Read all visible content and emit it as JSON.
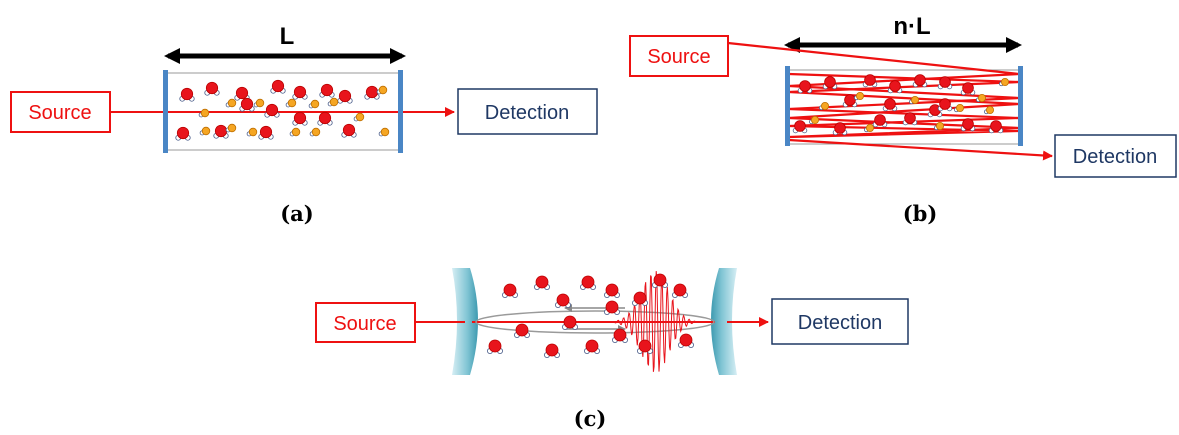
{
  "colors": {
    "beam": "#ee1111",
    "source_border": "#ee1111",
    "source_text": "#ee1111",
    "detect_border": "#1f3864",
    "detect_text": "#1f3864",
    "mirror": "#4a86c5",
    "molecule_red": "#e8141c",
    "molecule_orange": "#f5a623",
    "molecule_white": "#ffffff",
    "lens": "#7fc4d3",
    "cavity_ellipse": "#999999"
  },
  "panel_a": {
    "length_label": "L",
    "source_label": "Source",
    "detection_label": "Detection",
    "caption": "(a)"
  },
  "panel_b": {
    "length_label": "n·L",
    "source_label": "Source",
    "detection_label": "Detection",
    "caption": "(b)"
  },
  "panel_c": {
    "source_label": "Source",
    "detection_label": "Detection",
    "caption": "(c)"
  }
}
